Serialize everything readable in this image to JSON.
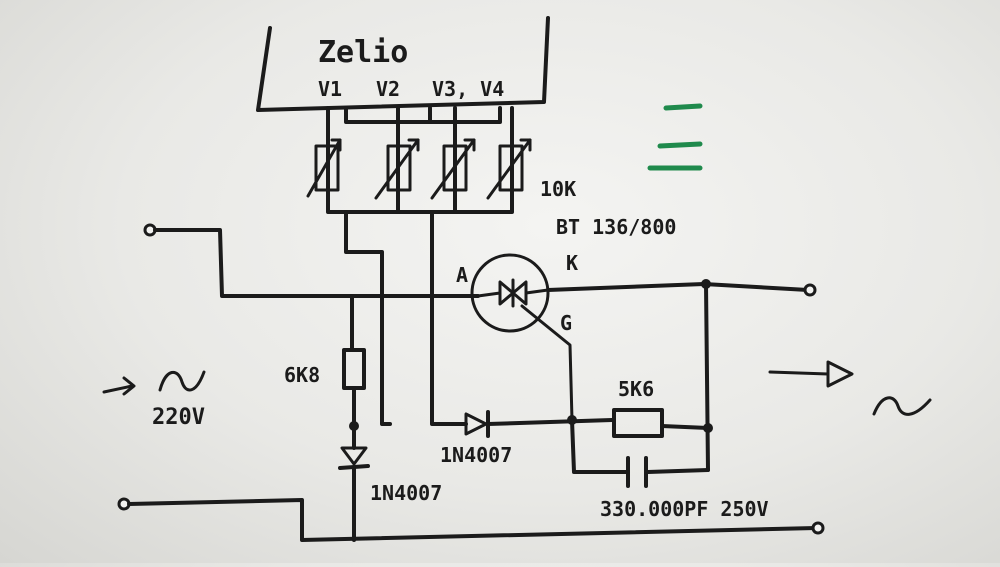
{
  "labels": {
    "controller": "Zelio",
    "v1": "V1",
    "v2": "V2",
    "v3v4": "V3, V4",
    "pot": "10K",
    "triac": "BT 136/800",
    "anode": "A",
    "cathode": "K",
    "gate": "G",
    "resistor_6k8": "6K8",
    "resistor_5k6": "5K6",
    "diode1": "1N4007",
    "diode2": "1N4007",
    "capacitor": "330.000PF 250V",
    "input_voltage": "220V"
  },
  "colors": {
    "ink": "#1b1b1b",
    "marker_green": "#1f8a4c",
    "paper": "#ececea"
  },
  "icons": {
    "input_arrow": "arrow-right-icon",
    "output_arrow": "arrow-right-icon",
    "ac_symbol": "tilde-icon"
  }
}
